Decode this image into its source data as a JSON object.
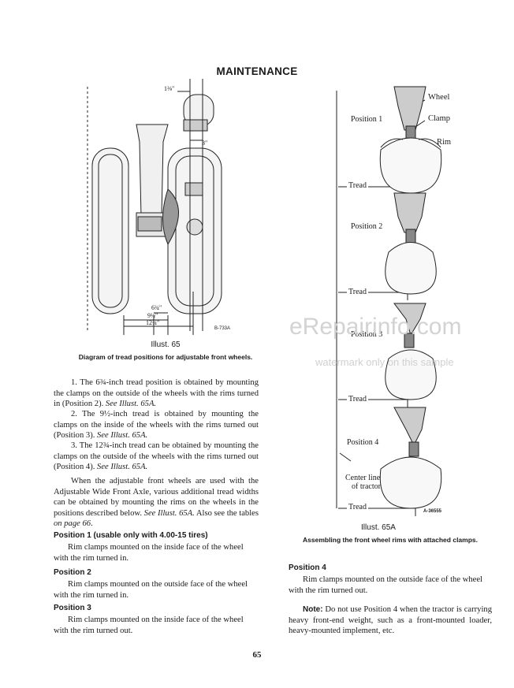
{
  "page_title": "MAINTENANCE",
  "illus65": {
    "dim_top": "1⅜\"",
    "dim_3": "3\"",
    "dim_a": "6¾\"",
    "dim_b": "9½\"",
    "dim_c": "12¾\"",
    "ref": "B-733A",
    "label": "Illust. 65",
    "caption": "Diagram of tread positions for adjustable front wheels."
  },
  "paragraphs": {
    "p1": {
      "a": "1. The 6¾-inch tread position is obtained by mounting the clamps on the outside of the wheels with the rims turned in (Position 2). ",
      "ref": "See Illust. 65A."
    },
    "p2": {
      "a": "2. The 9½-inch tread is obtained by mounting the clamps on the inside of the wheels with the rims turned out (Position 3). ",
      "ref": "See Illust. 65A."
    },
    "p3": {
      "a": "3. The 12¾-inch tread can be obtained by mounting the clamps on the outside of the wheels with the rims turned out (Position 4). ",
      "ref": "See Illust. 65A."
    },
    "p4": {
      "a": "When the adjustable front wheels are used with the Adjustable Wide Front Axle, various additional tread widths can be obtained by mounting the rims on the wheels in the positions described below. ",
      "ref": "See Illust. 65A.",
      "b": " Also see the tables ",
      "ref2": "on page 66",
      "c": "."
    }
  },
  "positions": [
    {
      "heading": "Position 1 (usable only with 4.00-15 tires)",
      "text": "Rim clamps mounted on the inside face of the wheel with the rim turned in."
    },
    {
      "heading": "Position 2",
      "text": "Rim clamps mounted on the outside face of the wheel with the rim turned in."
    },
    {
      "heading": "Position 3",
      "text": "Rim clamps mounted on the inside face of the wheel with the rim turned out."
    },
    {
      "heading": "Position 4",
      "text": "Rim clamps mounted on the outside face of the wheel with the rim turned out."
    }
  ],
  "illus65a": {
    "wheel": "Wheel",
    "clamp": "Clamp",
    "rim": "Rim",
    "pos1": "Position 1",
    "pos2": "Position 2",
    "pos3": "Position 3",
    "pos4": "Position 4",
    "tread": "Tread",
    "center_line": "Center line",
    "of_tractor": "of tractor",
    "ref": "A-36555",
    "label": "Illust. 65A",
    "caption": "Assembling the front wheel rims with attached clamps."
  },
  "note": {
    "label": "Note:",
    "text": " Do not use Position 4 when the tractor is carrying heavy front-end weight, such as a front-mounted loader, heavy-mounted implement, etc."
  },
  "watermark": "eRepairinfo.com",
  "watermark_sub": "watermark only on this sample",
  "page_number": "65"
}
